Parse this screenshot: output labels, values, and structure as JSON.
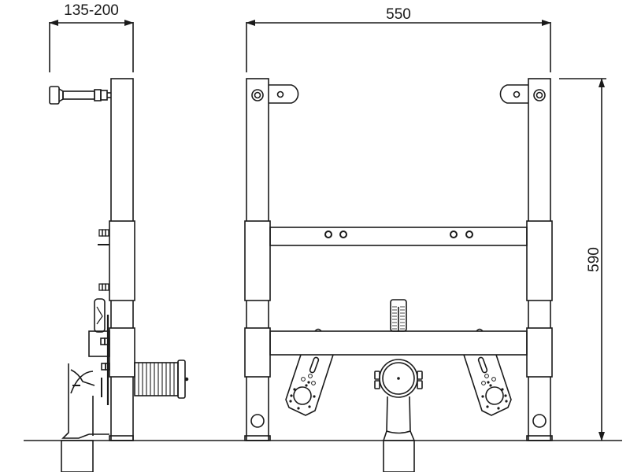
{
  "drawing": {
    "subject": "bidet installation frame",
    "views": [
      "side-view",
      "front-view"
    ],
    "line_color": "#1a1a1a",
    "background": "#ffffff"
  },
  "dimensions": {
    "depth_label": "135-200",
    "width_label": "550",
    "height_label": "590"
  }
}
